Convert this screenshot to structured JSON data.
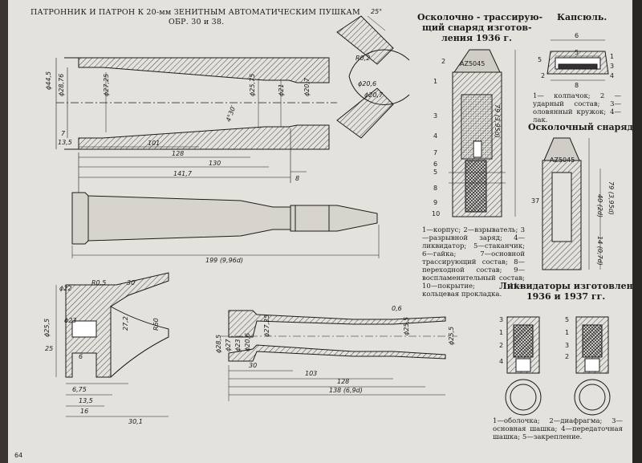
{
  "page_number": "64",
  "title_line1": "ПАТРОННИК И ПАТРОН К 20-мм ЗЕНИТНЫМ АВТОМАТИЧЕСКИМ ПУШКАМ",
  "title_line2": "ОБР. 30 и 38.",
  "shell_tracer": {
    "title_lines": [
      "Осколочно - трассирую-",
      "щий снаряд изготов-",
      "ления 1936 г."
    ],
    "marking": "AZ5045",
    "length_dim": "79 (3,95d)",
    "part_numbers": [
      "2",
      "1",
      "3",
      "4",
      "7",
      "6",
      "5",
      "8",
      "9",
      "10"
    ],
    "caption": "1—корпус; 2—взрыватель; 3—разрывной заряд; 4—ликвидатор; 5—стаканчик; 6—гайка; 7—основной трассирующий состав; 8—переходной состав; 9—воспламенительный состав; 10—покрытие; 11—кольцевая прокладка."
  },
  "primer": {
    "title": "Капсюль.",
    "dims": [
      "6",
      "5",
      "5",
      "8"
    ],
    "part_numbers": [
      "1",
      "3",
      "2",
      "4"
    ],
    "caption": "1— колпачок; 2 — ударный состав; 3—оловянный кружок; 4—лак."
  },
  "shell_frag": {
    "title": "Осколочный снаряд.",
    "marking": "AZ5045",
    "dims": [
      "37",
      "40 (2d)",
      "79 (3,95d)",
      "14 (0,7d)"
    ]
  },
  "liquidators": {
    "title_lines": [
      "Ликвидаторы изготовления",
      "1936 и 1937 гг."
    ],
    "left_numbers": [
      "3",
      "1",
      "2",
      "4"
    ],
    "right_numbers": [
      "5",
      "1",
      "3",
      "2"
    ],
    "caption": "1—оболочка; 2—диафрагма; 3—основная шашка; 4—передаточная шашка; 5—закрепление."
  },
  "chamber": {
    "dims": [
      "ϕ44,5",
      "ϕ28,76",
      "ϕ27,25",
      "ϕ25,75",
      "ϕ21",
      "ϕ20,7",
      "7",
      "13,5",
      "101",
      "128",
      "130",
      "141,7",
      "4°30′",
      "8"
    ],
    "detail_dims": [
      "25°",
      "R0,2",
      "ϕ20,6",
      "ϕ20,7"
    ]
  },
  "cartridge": {
    "length_dim": "199 (9,96d)"
  },
  "case_detail": {
    "dims": [
      "ϕ22",
      "ϕ25,5",
      "ϕ23",
      "25",
      "R0,5",
      "6",
      "27,2",
      "30",
      "R60",
      "6,75",
      "13,5",
      "16",
      "30,1"
    ]
  },
  "case_section": {
    "dims": [
      "ϕ28,5",
      "ϕ27",
      "ϕ23",
      "ϕ20,6",
      "ϕ27,25",
      "0,6",
      "ϕ25,5",
      "ϕ25,5",
      "30",
      "103",
      "128",
      "138 (6,9d)"
    ]
  }
}
